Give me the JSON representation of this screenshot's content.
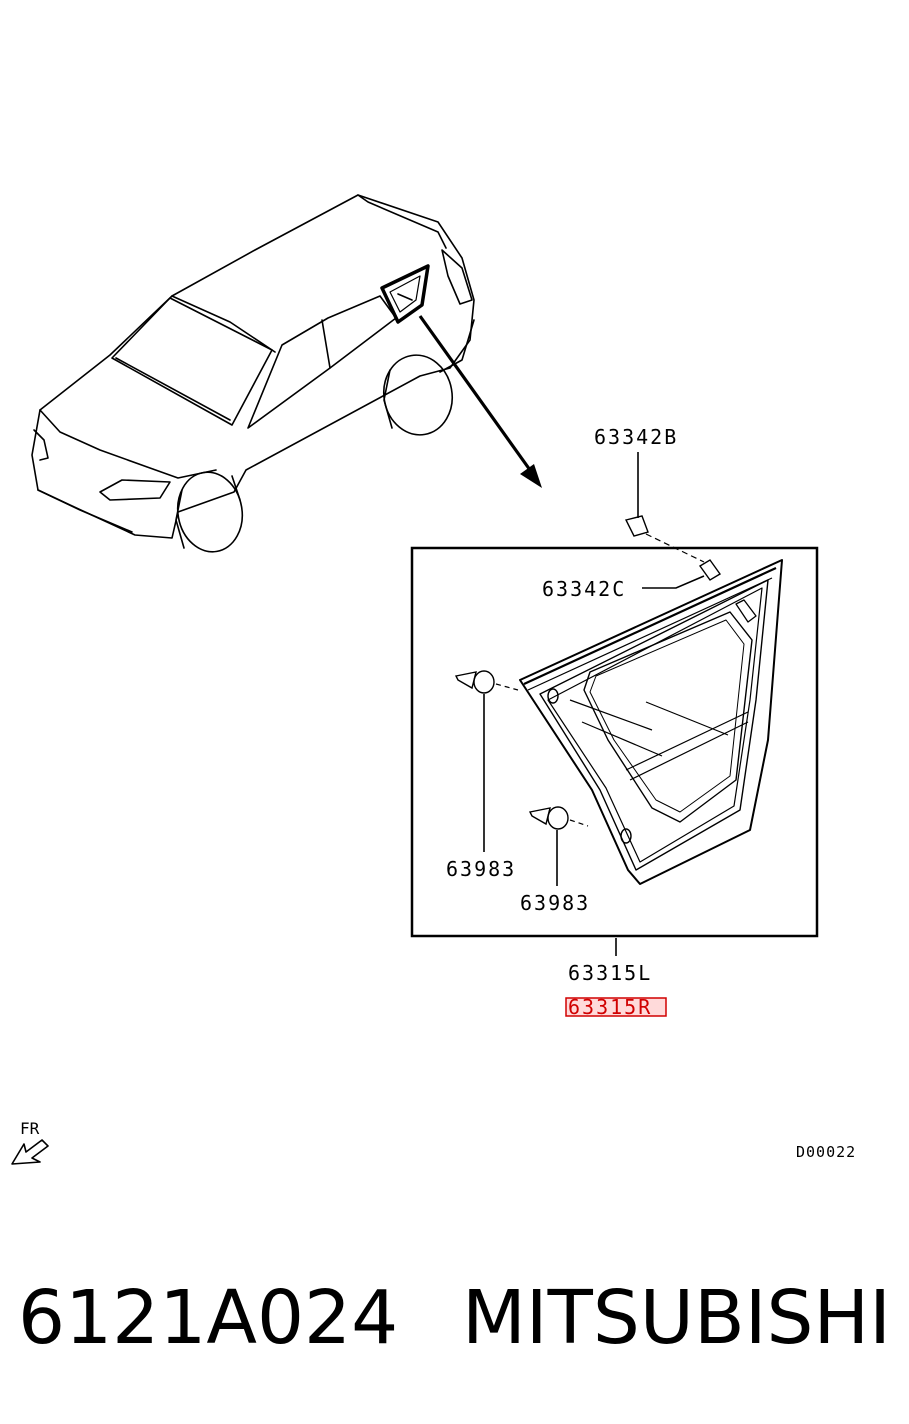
{
  "labels": {
    "p63342b": "63342B",
    "p63342c": "63342C",
    "p63983a": "63983",
    "p63983b": "63983",
    "p63315l": "63315L",
    "p63315r": "63315R",
    "fr": "FR",
    "diagram_code": "D00022"
  },
  "footer": {
    "part_number": "6121A024",
    "brand": "MITSUBISHI"
  },
  "colors": {
    "line": "#000000",
    "highlight": "#d00000"
  },
  "icons": {
    "fr_arrow": "front-direction-arrow-icon"
  }
}
